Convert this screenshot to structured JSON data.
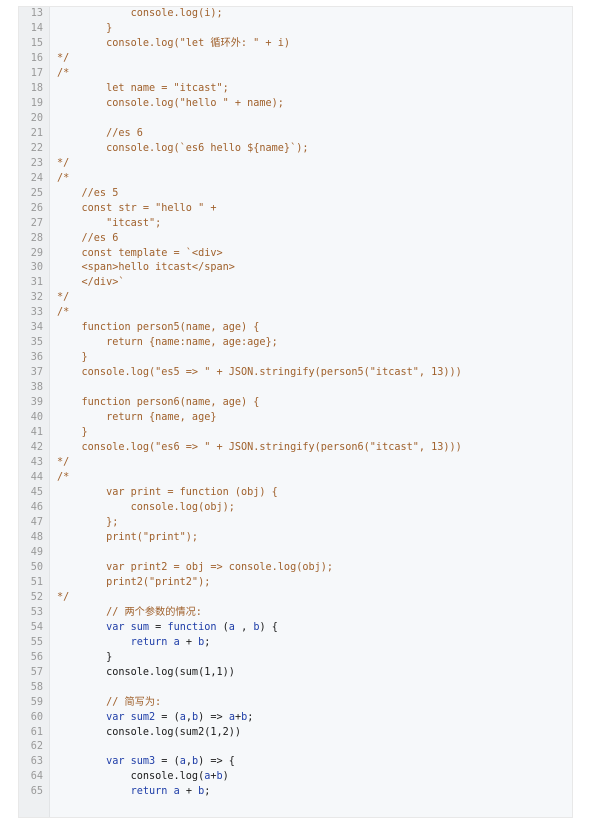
{
  "lines": [
    {
      "n": "13",
      "parts": [
        {
          "t": "            console.log(i);",
          "c": "str"
        }
      ]
    },
    {
      "n": "14",
      "parts": [
        {
          "t": "        }",
          "c": "str"
        }
      ]
    },
    {
      "n": "15",
      "parts": [
        {
          "t": "        console.log(\"let 循环外: \" + i)",
          "c": "str"
        }
      ]
    },
    {
      "n": "16",
      "parts": [
        {
          "t": "*/",
          "c": "cmt"
        }
      ]
    },
    {
      "n": "17",
      "parts": [
        {
          "t": "/*",
          "c": "cmt"
        }
      ]
    },
    {
      "n": "18",
      "parts": [
        {
          "t": "        let name = \"itcast\";",
          "c": "str"
        }
      ]
    },
    {
      "n": "19",
      "parts": [
        {
          "t": "        console.log(\"hello \" + name);",
          "c": "str"
        }
      ]
    },
    {
      "n": "20",
      "parts": [
        {
          "t": "",
          "c": "str"
        }
      ]
    },
    {
      "n": "21",
      "parts": [
        {
          "t": "        //es 6",
          "c": "str"
        }
      ]
    },
    {
      "n": "22",
      "parts": [
        {
          "t": "        console.log(`es6 hello ${name}`);",
          "c": "str"
        }
      ]
    },
    {
      "n": "23",
      "parts": [
        {
          "t": "*/",
          "c": "cmt"
        }
      ]
    },
    {
      "n": "24",
      "parts": [
        {
          "t": "/*",
          "c": "cmt"
        }
      ]
    },
    {
      "n": "25",
      "parts": [
        {
          "t": "    //es 5",
          "c": "str"
        }
      ]
    },
    {
      "n": "26",
      "parts": [
        {
          "t": "    const str = \"hello \" +",
          "c": "str"
        }
      ]
    },
    {
      "n": "27",
      "parts": [
        {
          "t": "        \"itcast\";",
          "c": "str"
        }
      ]
    },
    {
      "n": "28",
      "parts": [
        {
          "t": "    //es 6",
          "c": "str"
        }
      ]
    },
    {
      "n": "29",
      "parts": [
        {
          "t": "    const template = `<div>",
          "c": "str"
        }
      ]
    },
    {
      "n": "30",
      "parts": [
        {
          "t": "    <span>hello itcast</span>",
          "c": "str"
        }
      ]
    },
    {
      "n": "31",
      "parts": [
        {
          "t": "    </div>`",
          "c": "str"
        }
      ]
    },
    {
      "n": "32",
      "parts": [
        {
          "t": "*/",
          "c": "cmt"
        }
      ]
    },
    {
      "n": "33",
      "parts": [
        {
          "t": "/*",
          "c": "cmt"
        }
      ]
    },
    {
      "n": "34",
      "parts": [
        {
          "t": "    function person5(name, age) {",
          "c": "str"
        }
      ]
    },
    {
      "n": "35",
      "parts": [
        {
          "t": "        return {name:name, age:age};",
          "c": "str"
        }
      ]
    },
    {
      "n": "36",
      "parts": [
        {
          "t": "    }",
          "c": "str"
        }
      ]
    },
    {
      "n": "37",
      "parts": [
        {
          "t": "    console.log(\"es5 => \" + JSON.stringify(person5(\"itcast\", 13)))",
          "c": "str"
        }
      ]
    },
    {
      "n": "38",
      "parts": [
        {
          "t": "",
          "c": "str"
        }
      ]
    },
    {
      "n": "39",
      "parts": [
        {
          "t": "    function person6(name, age) {",
          "c": "str"
        }
      ]
    },
    {
      "n": "40",
      "parts": [
        {
          "t": "        return {name, age}",
          "c": "str"
        }
      ]
    },
    {
      "n": "41",
      "parts": [
        {
          "t": "    }",
          "c": "str"
        }
      ]
    },
    {
      "n": "42",
      "parts": [
        {
          "t": "    console.log(\"es6 => \" + JSON.stringify(person6(\"itcast\", 13)))",
          "c": "str"
        }
      ]
    },
    {
      "n": "43",
      "parts": [
        {
          "t": "*/",
          "c": "cmt"
        }
      ]
    },
    {
      "n": "44",
      "parts": [
        {
          "t": "/*",
          "c": "cmt"
        }
      ]
    },
    {
      "n": "45",
      "parts": [
        {
          "t": "        var print = function (obj) {",
          "c": "str"
        }
      ]
    },
    {
      "n": "46",
      "parts": [
        {
          "t": "            console.log(obj);",
          "c": "str"
        }
      ]
    },
    {
      "n": "47",
      "parts": [
        {
          "t": "        };",
          "c": "str"
        }
      ]
    },
    {
      "n": "48",
      "parts": [
        {
          "t": "        print(\"print\");",
          "c": "str"
        }
      ]
    },
    {
      "n": "49",
      "parts": [
        {
          "t": "",
          "c": "str"
        }
      ]
    },
    {
      "n": "50",
      "parts": [
        {
          "t": "        var print2 = obj => console.log(obj);",
          "c": "str"
        }
      ]
    },
    {
      "n": "51",
      "parts": [
        {
          "t": "        print2(\"print2\");",
          "c": "str"
        }
      ]
    },
    {
      "n": "52",
      "parts": [
        {
          "t": "*/",
          "c": "cmt"
        }
      ]
    },
    {
      "n": "53",
      "parts": [
        {
          "t": "        // 两个参数的情况:",
          "c": "cmt"
        }
      ]
    },
    {
      "n": "54",
      "parts": [
        {
          "t": "        ",
          "c": "plain"
        },
        {
          "t": "var",
          "c": "kw"
        },
        {
          "t": " ",
          "c": "plain"
        },
        {
          "t": "sum",
          "c": "kw"
        },
        {
          "t": " = ",
          "c": "plain"
        },
        {
          "t": "function",
          "c": "kw"
        },
        {
          "t": " (",
          "c": "plain"
        },
        {
          "t": "a",
          "c": "kw"
        },
        {
          "t": " , ",
          "c": "plain"
        },
        {
          "t": "b",
          "c": "kw"
        },
        {
          "t": ") {",
          "c": "plain"
        }
      ]
    },
    {
      "n": "55",
      "parts": [
        {
          "t": "            ",
          "c": "plain"
        },
        {
          "t": "return",
          "c": "kw"
        },
        {
          "t": " ",
          "c": "plain"
        },
        {
          "t": "a",
          "c": "kw"
        },
        {
          "t": " + ",
          "c": "plain"
        },
        {
          "t": "b",
          "c": "kw"
        },
        {
          "t": ";",
          "c": "plain"
        }
      ]
    },
    {
      "n": "56",
      "parts": [
        {
          "t": "        }",
          "c": "plain"
        }
      ]
    },
    {
      "n": "57",
      "parts": [
        {
          "t": "        console.log(sum(1,1))",
          "c": "plain"
        }
      ]
    },
    {
      "n": "58",
      "parts": [
        {
          "t": "",
          "c": "plain"
        }
      ]
    },
    {
      "n": "59",
      "parts": [
        {
          "t": "        // 简写为:",
          "c": "cmt"
        }
      ]
    },
    {
      "n": "60",
      "parts": [
        {
          "t": "        ",
          "c": "plain"
        },
        {
          "t": "var",
          "c": "kw"
        },
        {
          "t": " ",
          "c": "plain"
        },
        {
          "t": "sum2",
          "c": "kw"
        },
        {
          "t": " = (",
          "c": "plain"
        },
        {
          "t": "a",
          "c": "kw"
        },
        {
          "t": ",",
          "c": "plain"
        },
        {
          "t": "b",
          "c": "kw"
        },
        {
          "t": ") => ",
          "c": "plain"
        },
        {
          "t": "a",
          "c": "kw"
        },
        {
          "t": "+",
          "c": "plain"
        },
        {
          "t": "b",
          "c": "kw"
        },
        {
          "t": ";",
          "c": "plain"
        }
      ]
    },
    {
      "n": "61",
      "parts": [
        {
          "t": "        console.log(sum2(1,2))",
          "c": "plain"
        }
      ]
    },
    {
      "n": "62",
      "parts": [
        {
          "t": "",
          "c": "plain"
        }
      ]
    },
    {
      "n": "63",
      "parts": [
        {
          "t": "        ",
          "c": "plain"
        },
        {
          "t": "var",
          "c": "kw"
        },
        {
          "t": " ",
          "c": "plain"
        },
        {
          "t": "sum3",
          "c": "kw"
        },
        {
          "t": " = (",
          "c": "plain"
        },
        {
          "t": "a",
          "c": "kw"
        },
        {
          "t": ",",
          "c": "plain"
        },
        {
          "t": "b",
          "c": "kw"
        },
        {
          "t": ") => {",
          "c": "plain"
        }
      ]
    },
    {
      "n": "64",
      "parts": [
        {
          "t": "            console.log(",
          "c": "plain"
        },
        {
          "t": "a",
          "c": "kw"
        },
        {
          "t": "+",
          "c": "plain"
        },
        {
          "t": "b",
          "c": "kw"
        },
        {
          "t": ")",
          "c": "plain"
        }
      ]
    },
    {
      "n": "65",
      "parts": [
        {
          "t": "            ",
          "c": "plain"
        },
        {
          "t": "return",
          "c": "kw"
        },
        {
          "t": " ",
          "c": "plain"
        },
        {
          "t": "a",
          "c": "kw"
        },
        {
          "t": " + ",
          "c": "plain"
        },
        {
          "t": "b",
          "c": "kw"
        },
        {
          "t": ";",
          "c": "plain"
        }
      ]
    }
  ]
}
